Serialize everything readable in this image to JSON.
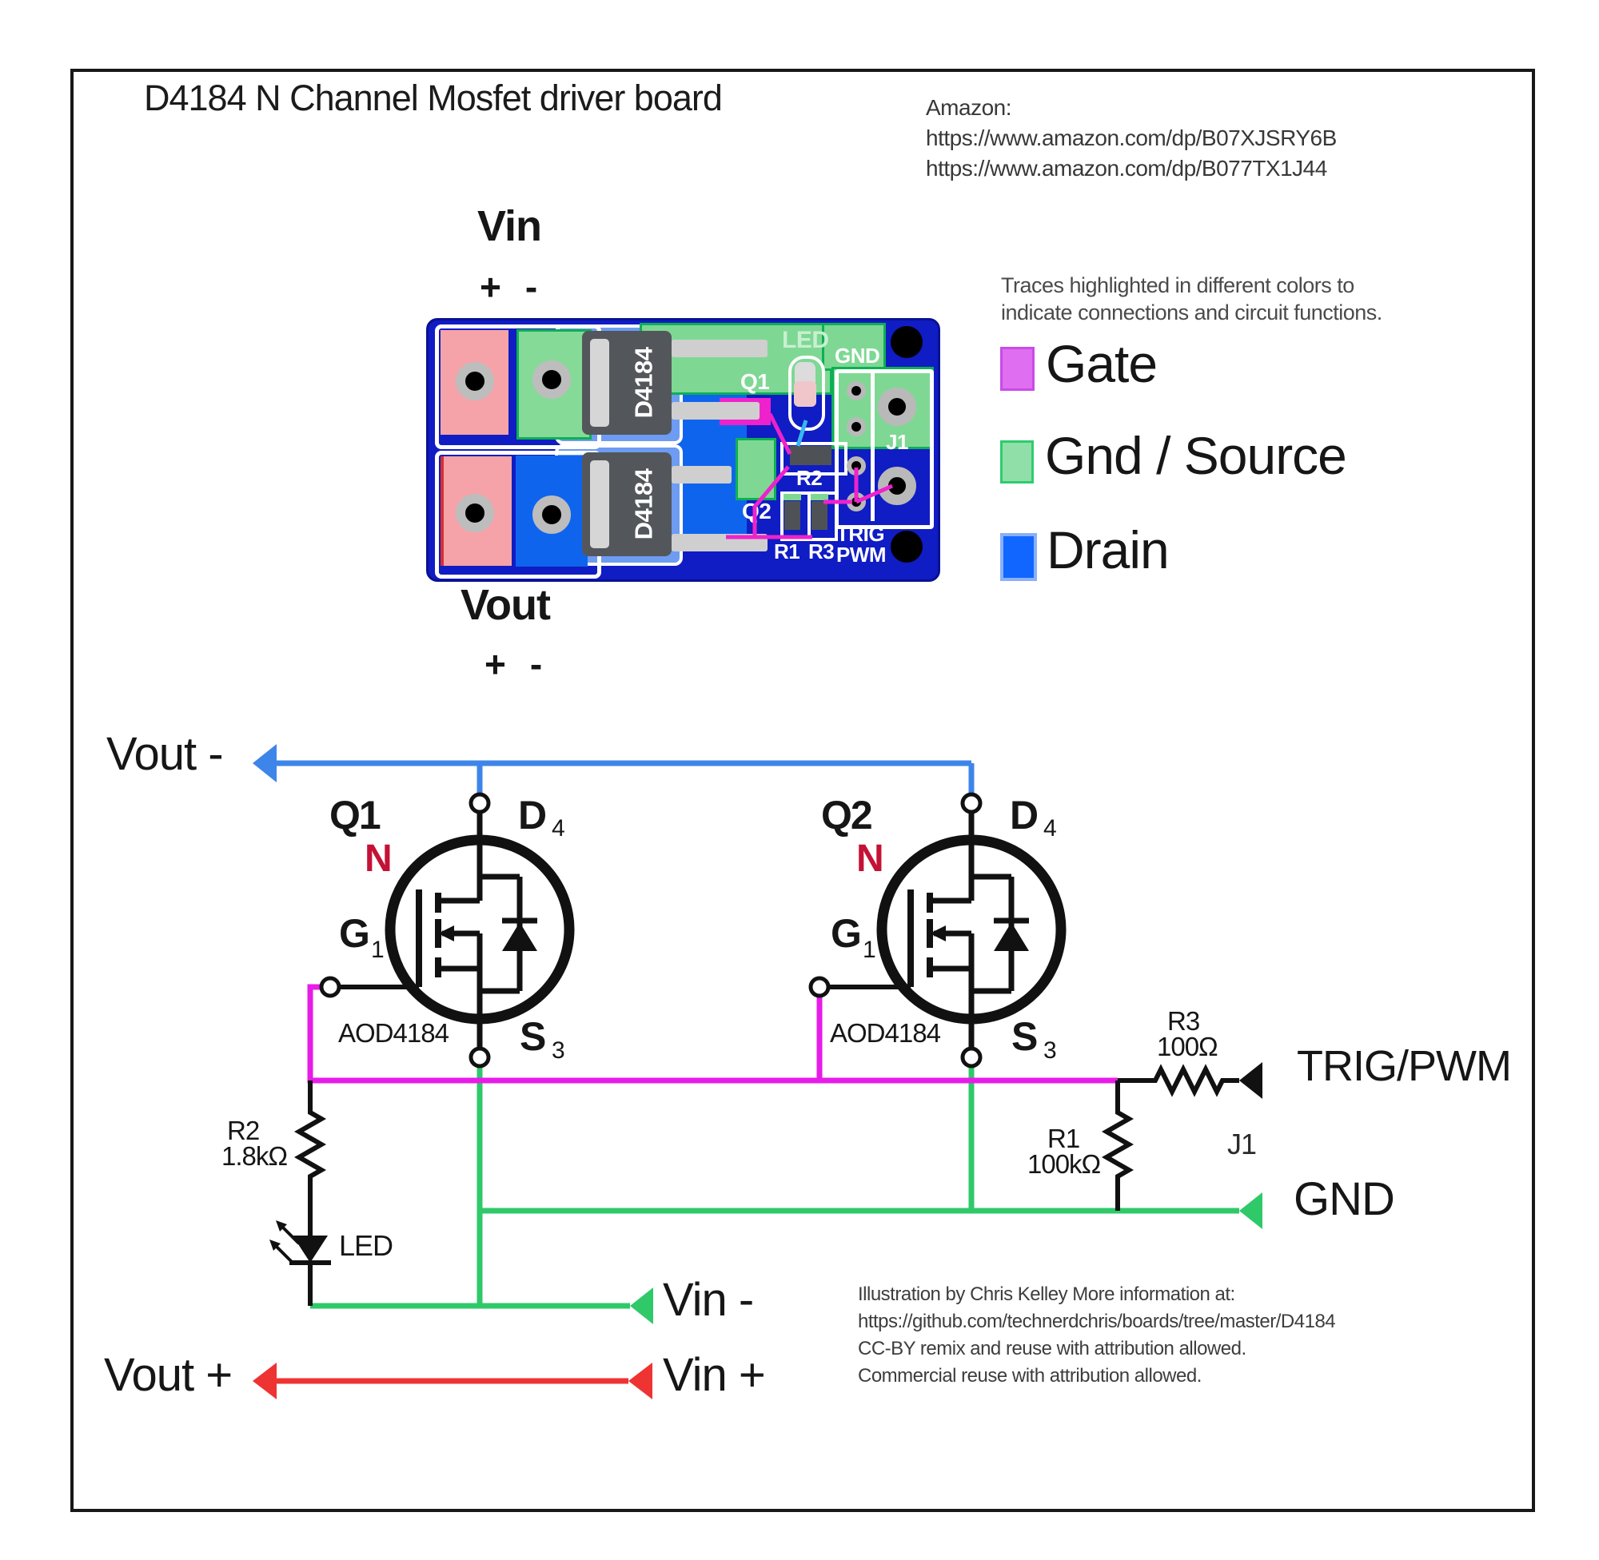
{
  "title": "D4184 N Channel Mosfet driver board",
  "amazon": {
    "heading": "Amazon:",
    "link1": "https://www.amazon.com/dp/B07XJSRY6B",
    "link2": "https://www.amazon.com/dp/B077TX1J44"
  },
  "pcb": {
    "vin_label": "Vin",
    "vin_plus": "+",
    "vin_minus": "-",
    "vout_label": "Vout",
    "vout_plus": "+",
    "vout_minus": "-",
    "chip_label": "D4184",
    "silk": {
      "led": "LED",
      "gnd": "GND",
      "q1": "Q1",
      "q2": "Q2",
      "r1": "R1",
      "r2": "R2",
      "r3": "R3",
      "j1": "J1",
      "trig": "TRIG",
      "pwm": "PWM"
    }
  },
  "legend": {
    "note1": "Traces highlighted in different colors to",
    "note2": "indicate connections and circuit functions.",
    "items": [
      {
        "label": "Gate",
        "fill": "#df6ef0",
        "border": "#c94be8"
      },
      {
        "label": "Gnd / Source",
        "fill": "#90dfa8",
        "border": "#2ecc6e"
      },
      {
        "label": "Drain",
        "fill": "#1166ff",
        "border": "#8ab0f8"
      }
    ]
  },
  "schematic": {
    "q1": {
      "ref": "Q1",
      "channel": "N",
      "part": "AOD4184",
      "pin_d": "D",
      "pin_d_num": "4",
      "pin_g": "G",
      "pin_g_num": "1",
      "pin_s": "S",
      "pin_s_num": "3"
    },
    "q2": {
      "ref": "Q2",
      "channel": "N",
      "part": "AOD4184",
      "pin_d": "D",
      "pin_d_num": "4",
      "pin_g": "G",
      "pin_g_num": "1",
      "pin_s": "S",
      "pin_s_num": "3"
    },
    "r1_ref": "R1",
    "r1_value": "100kΩ",
    "r2_ref": "R2",
    "r2_value": "1.8kΩ",
    "r3_ref": "R3",
    "r3_value": "100Ω",
    "led_label": "LED",
    "j1_label": "J1",
    "port_vout_minus": "Vout -",
    "port_vout_plus": "Vout +",
    "port_vin_minus": "Vin -",
    "port_vin_plus": "Vin +",
    "port_trig": "TRIG/PWM",
    "port_gnd": "GND"
  },
  "attribution": {
    "line1": "Illustration by Chris Kelley More information at:",
    "line2": "https://github.com/technerdchris/boards/tree/master/D4184",
    "line3": "CC-BY remix and reuse with attribution allowed.",
    "line4": "Commercial reuse with attribution allowed."
  },
  "colors": {
    "gate": "#e81ce8",
    "source_gnd": "#2fc96a",
    "drain": "#3d85e9",
    "power_red": "#ee3333",
    "n_channel_red": "#c41236",
    "board_blue": "#101cc4",
    "pad_pink": "#f5a3a8",
    "pad_green": "#85da97",
    "pad_blue": "#0f64ee",
    "pour_lightblue": "#6d9cf2"
  }
}
